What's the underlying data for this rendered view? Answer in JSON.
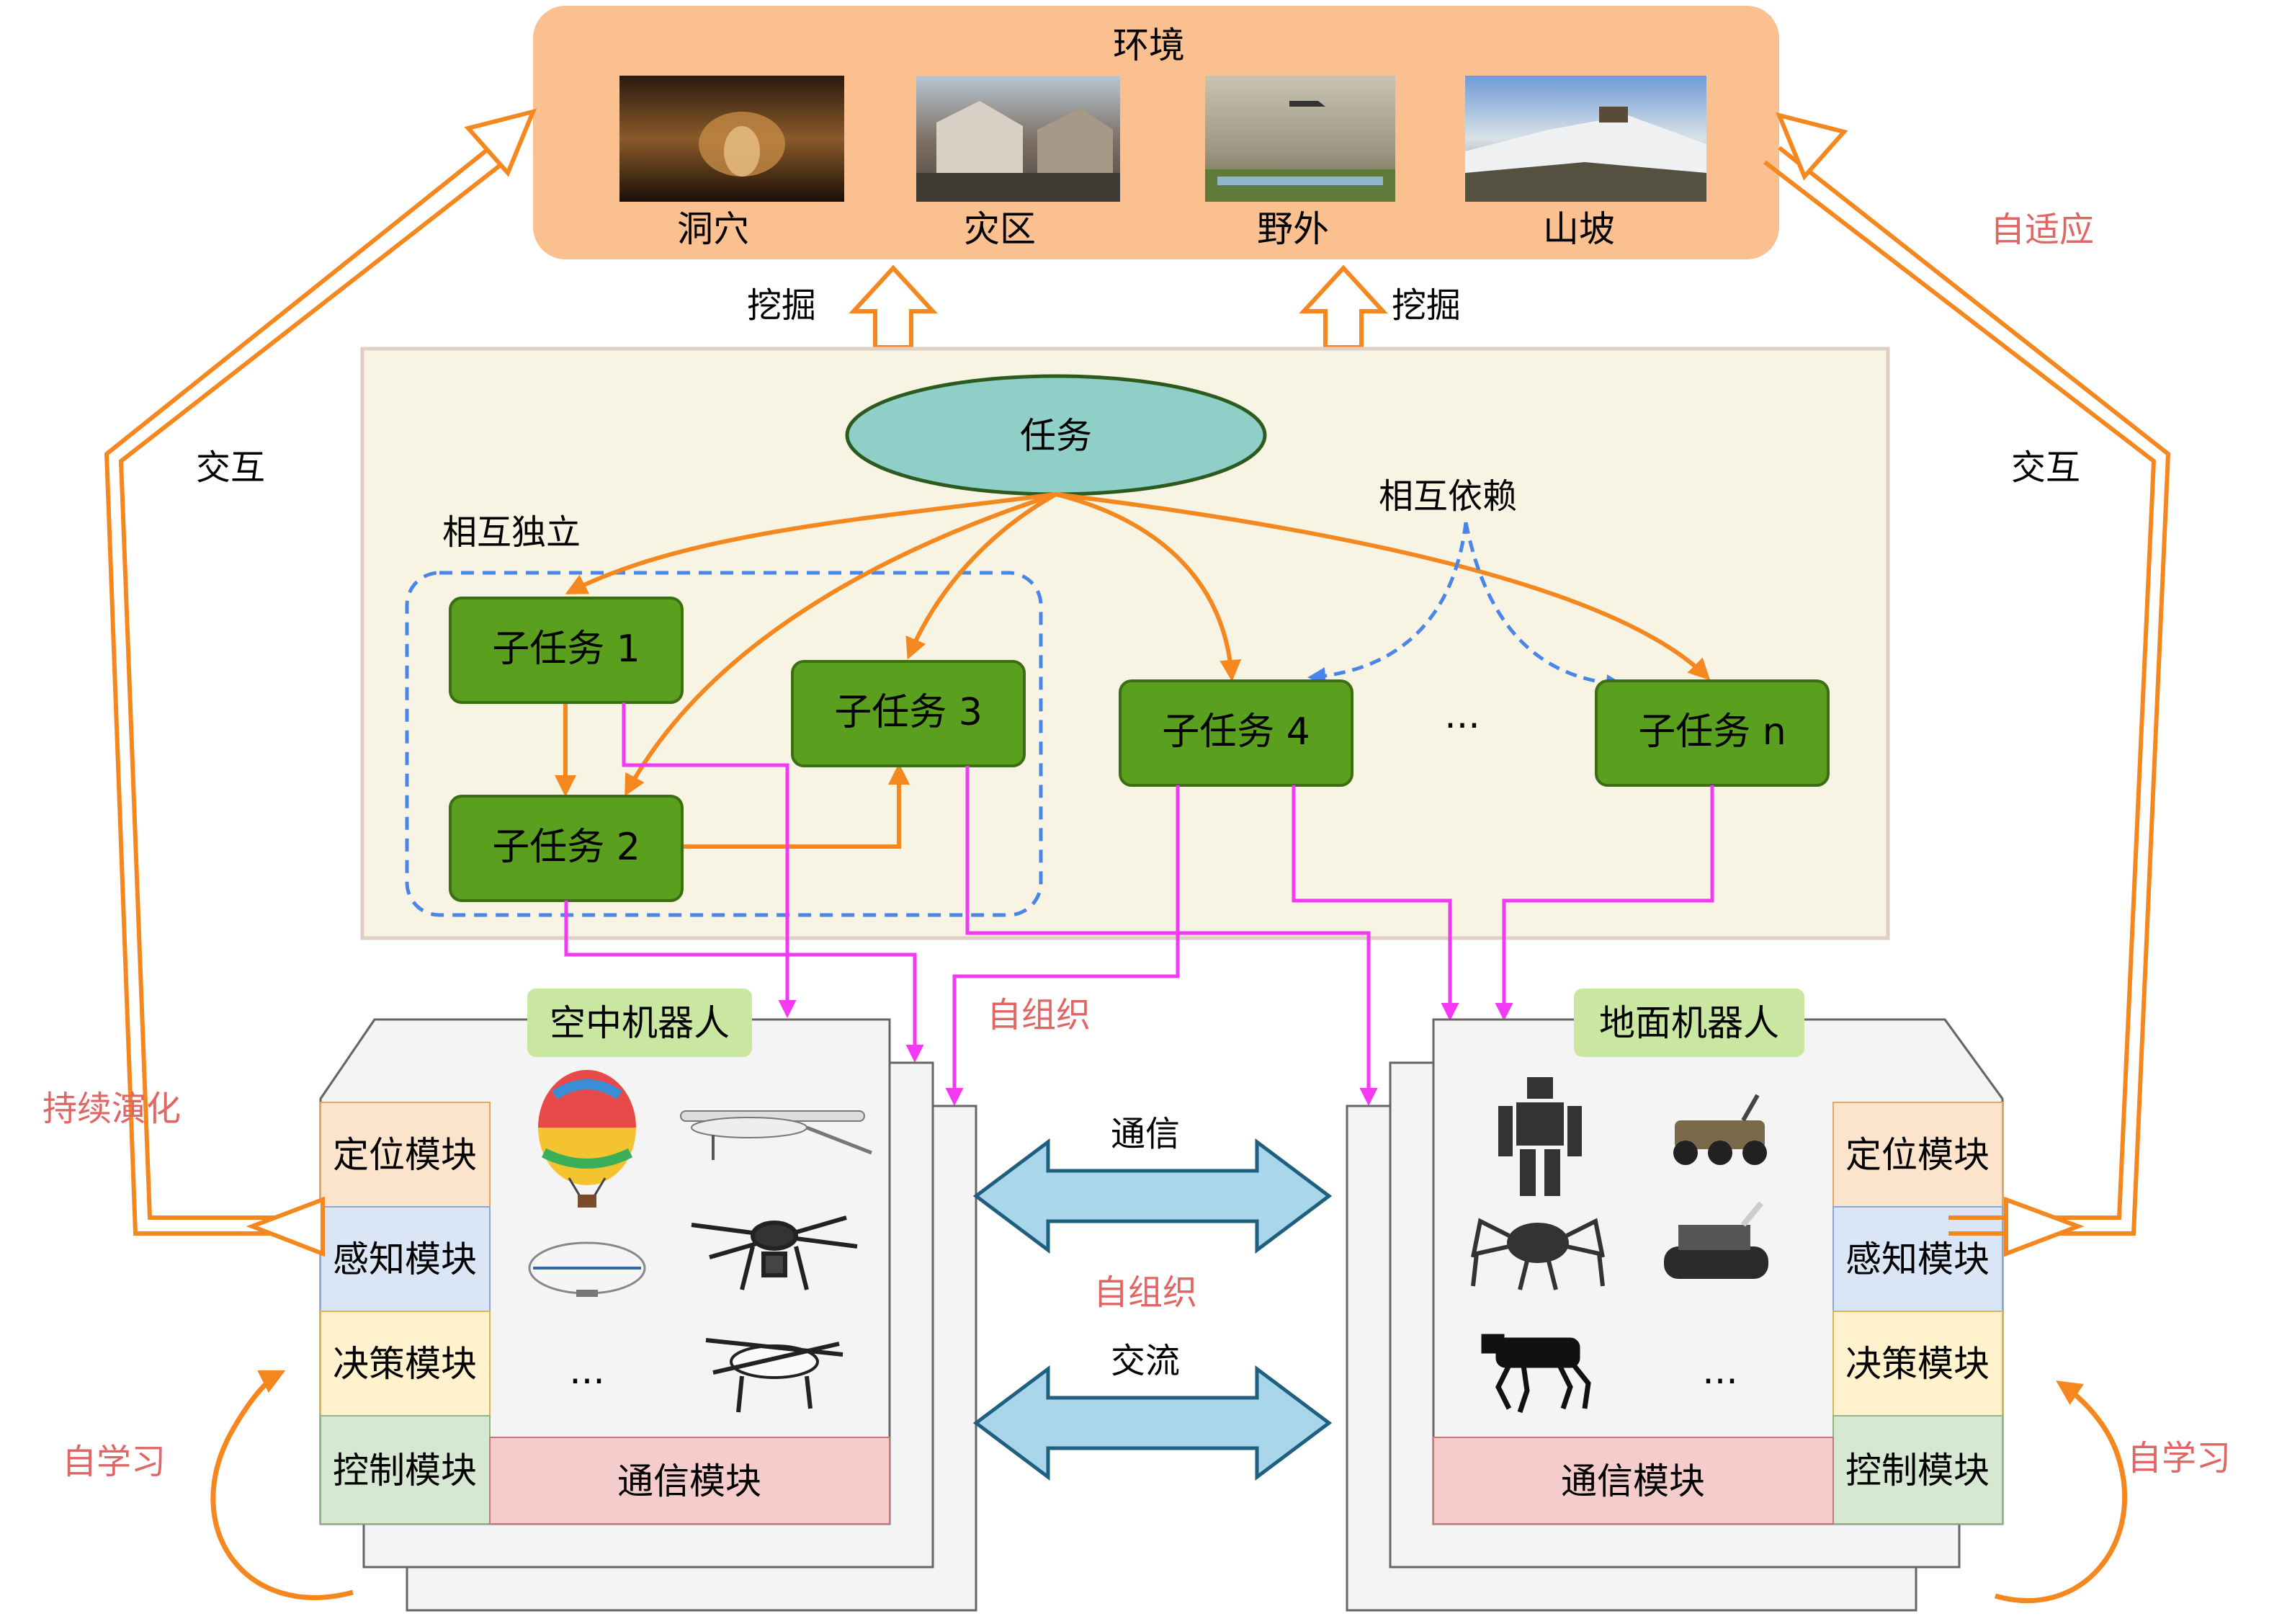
{
  "environment": {
    "title": "环境",
    "scenes": [
      {
        "label": "洞穴",
        "icon": "cave-photo"
      },
      {
        "label": "灾区",
        "icon": "disaster-zone-photo"
      },
      {
        "label": "野外",
        "icon": "field-photo"
      },
      {
        "label": "山坡",
        "icon": "hillside-photo"
      }
    ]
  },
  "labels": {
    "mine_left": "挖掘",
    "mine_right": "挖掘",
    "interact_left": "交互",
    "interact_right": "交互",
    "adaptive": "自适应",
    "evolve": "持续演化",
    "self_learn_left": "自学习",
    "self_learn_right": "自学习",
    "self_org_top": "自组织",
    "self_org_mid": "自组织",
    "independent": "相互独立",
    "dependent": "相互依赖",
    "comm": "通信",
    "exchange": "交流"
  },
  "task": {
    "root": "任务",
    "subtasks": [
      "子任务 1",
      "子任务 2",
      "子任务 3",
      "子任务 4",
      "子任务 n"
    ],
    "ellipsis": "···"
  },
  "air_robot": {
    "title": "空中机器人",
    "modules": [
      "定位模块",
      "感知模块",
      "决策模块",
      "控制模块"
    ],
    "comm_module": "通信模块",
    "ellipsis": "···",
    "icons": [
      "hot-air-balloon-icon",
      "fixed-wing-drone-icon",
      "airship-icon",
      "hexacopter-drone-icon",
      "quadcopter-drone-icon"
    ]
  },
  "ground_robot": {
    "title": "地面机器人",
    "modules": [
      "定位模块",
      "感知模块",
      "决策模块",
      "控制模块"
    ],
    "comm_module": "通信模块",
    "ellipsis": "···",
    "icons": [
      "humanoid-robot-icon",
      "wheeled-rover-icon",
      "hexapod-robot-icon",
      "tracked-robot-icon",
      "quadruped-robot-icon"
    ]
  },
  "colors": {
    "orange": "#F5871F",
    "env_bg": "#FAC090",
    "task_bg": "#F7F4E4",
    "subtask_fill": "#5AA01E",
    "ellipse_fill": "#8FCFC7",
    "magenta": "#F23AF2",
    "blue_dash": "#4A86E8",
    "red_label": "#E06666",
    "comm_arrow": "#A9D6EA",
    "title_tag": "#C9E7A0",
    "mod_pos": "#FCE4CC",
    "mod_sense": "#DAE6F5",
    "mod_decide": "#FFF2CC",
    "mod_control": "#D6E8D2",
    "mod_comm": "#F4CCCC"
  }
}
